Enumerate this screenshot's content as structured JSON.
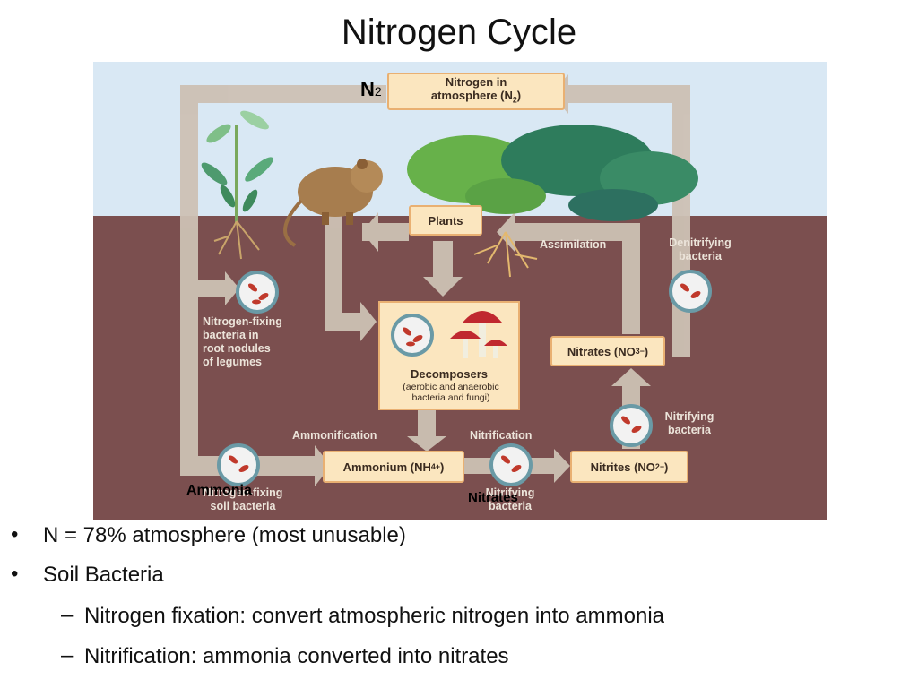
{
  "slide": {
    "title": "Nitrogen Cycle"
  },
  "diagram": {
    "n2_marker": "N",
    "n2_marker_sub": "2",
    "atmosphere_box": {
      "line1": "Nitrogen in",
      "line2": "atmosphere (N",
      "sub": "2",
      "close": ")"
    },
    "plants_box": "Plants",
    "assimilation_label": "Assimilation",
    "denitrifying_label": "Denitrifying\nbacteria",
    "nitrogen_fixing_label": "Nitrogen-fixing\nbacteria in\nroot nodules\nof legumes",
    "decomposers_title": "Decomposers",
    "decomposers_sub": "(aerobic and anaerobic\nbacteria and fungi)",
    "nitrates_box": {
      "text": "Nitrates (NO",
      "sub": "3",
      "sup": "−",
      "close": ")"
    },
    "nitrifying_label": "Nitrifying\nbacteria",
    "ammonification_label": "Ammonification",
    "nitrification_label": "Nitrification",
    "ammonium_box": {
      "text": "Ammonium (NH",
      "sub": "4",
      "sup": "+",
      "close": ")"
    },
    "nitrites_box": {
      "text": "Nitrites (NO",
      "sub": "2",
      "sup": "−",
      "close": ")"
    },
    "nitrogen_fixing_soil_label": "Nitrogen-fixing\nsoil bacteria",
    "nitrifying_bottom_label": "Nitrifying\nbacteria",
    "ammonia_overlay": "Ammonia",
    "nitrates_overlay": "Nitrates",
    "colors": {
      "sky": "#d9e8f4",
      "soil": "#7b4f4f",
      "arrow": "#cdc1b4",
      "box_fill": "#fbe6bf",
      "box_border": "#e9b072"
    }
  },
  "bullets": [
    {
      "level": 1,
      "marker": "•",
      "text": "N = 78% atmosphere (most unusable)"
    },
    {
      "level": 1,
      "marker": "•",
      "text": "Soil Bacteria"
    },
    {
      "level": 2,
      "marker": "–",
      "text": "Nitrogen fixation: convert atmospheric nitrogen into ammonia"
    },
    {
      "level": 2,
      "marker": "–",
      "text": "Nitrification: ammonia converted into nitrates"
    }
  ]
}
